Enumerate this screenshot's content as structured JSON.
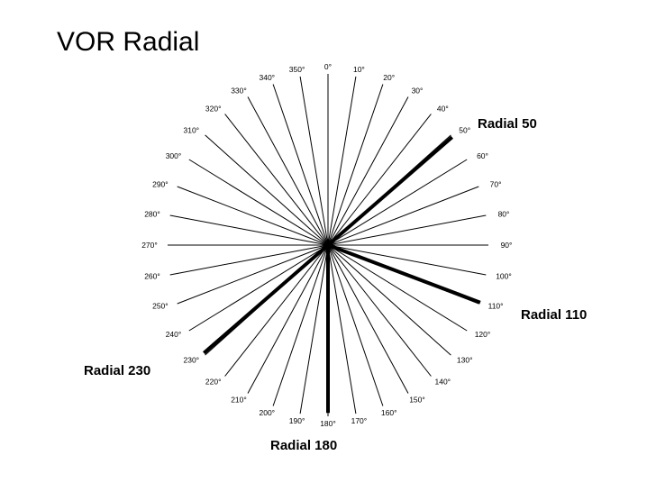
{
  "title": "VOR Radial",
  "degree_labels": [
    "0°",
    "10°",
    "20°",
    "30°",
    "40°",
    "50°",
    "60°",
    "70°",
    "80°",
    "90°",
    "100°",
    "110°",
    "120°",
    "130°",
    "140°",
    "150°",
    "160°",
    "170°",
    "180°",
    "190°",
    "200°",
    "210°",
    "220°",
    "230°",
    "240°",
    "250°",
    "260°",
    "270°",
    "280°",
    "290°",
    "300°",
    "310°",
    "320°",
    "330°",
    "340°",
    "350°"
  ],
  "highlighted_radials": [
    {
      "label": "Radial 50",
      "bearing": 50
    },
    {
      "label": "Radial 110",
      "bearing": 110
    },
    {
      "label": "Radial 180",
      "bearing": 180
    },
    {
      "label": "Radial 230",
      "bearing": 230
    }
  ],
  "colors": {
    "line": "#000000",
    "background": "#ffffff"
  }
}
